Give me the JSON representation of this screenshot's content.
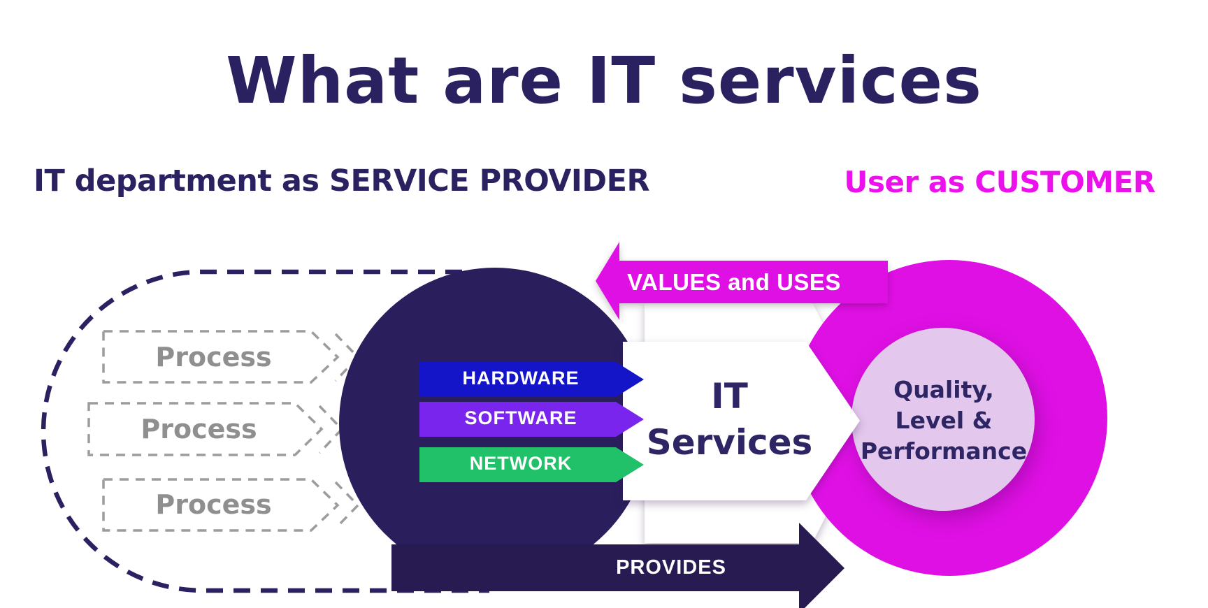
{
  "title": "What are IT services",
  "left_heading": "IT department as SERVICE PROVIDER",
  "right_heading": "User as CUSTOMER",
  "process_boxes": [
    {
      "label": "Process"
    },
    {
      "label": "Process"
    },
    {
      "label": "Process"
    }
  ],
  "component_arrows": [
    {
      "label": "HARDWARE",
      "color": "#1414C8"
    },
    {
      "label": "SOFTWARE",
      "color": "#7A25EE"
    },
    {
      "label": "NETWORK",
      "color": "#20C169"
    }
  ],
  "center_arrow": {
    "line1": "IT",
    "line2": "Services"
  },
  "top_arrow_label": "VALUES and USES",
  "bottom_arrow_label": "PROVIDES",
  "customer_circle_lines": [
    "Quality,",
    "Level &",
    "Performance"
  ],
  "colors": {
    "navy_text": "#2A2161",
    "provider_circle": "#2A1E5C",
    "provides_arrow": "#281B52",
    "magenta": "#DF10E4",
    "magenta_heading": "#EC11EC",
    "customer_inner_circle": "#E3C7ED",
    "white_arrow": "#FFFFFF",
    "process_gray": "#8F8F8F",
    "process_dash_gray": "#9C9C9C",
    "boundary_dash_navy": "#2B2161"
  }
}
